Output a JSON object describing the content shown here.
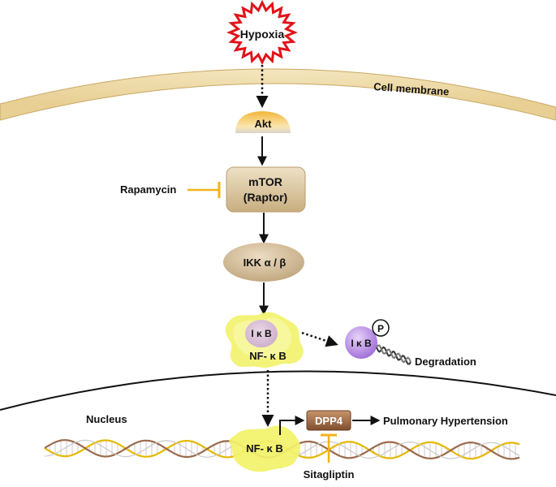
{
  "nodes": {
    "hypoxia": "Hypoxia",
    "cell_membrane": "Cell membrane",
    "akt": "Akt",
    "mtor_line1": "mTOR",
    "mtor_line2": "(Raptor)",
    "rapamycin": "Rapamycin",
    "ikk": "IKK α / β",
    "ikb_complex": "I κ B",
    "nfkb_complex": "NF- κ B",
    "ikb_free": "I κ B",
    "phospho": "P",
    "degradation": "Degradation",
    "nucleus": "Nucleus",
    "nfkb_nuclear": "NF- κ B",
    "dpp4": "DPP4",
    "pulmonary_hypertension": "Pulmonary Hypertension",
    "sitagliptin": "Sitagliptin"
  },
  "colors": {
    "membrane_fill": "#efdcaa",
    "membrane_edge": "#c9a864",
    "akt_fill": "#f7c45a",
    "mtor_fill": "#dcc9a4",
    "ikk_fill": "#d9c3a0",
    "complex_fill": "#f2f26a",
    "ikb_purple": "#c49be8",
    "dpp4_fill": "#a8734a",
    "inhibitor": "#f2b21b",
    "hypoxia_red": "#e0131a",
    "dna_gold": "#e6b800",
    "dna_brown": "#9b6a4b"
  }
}
